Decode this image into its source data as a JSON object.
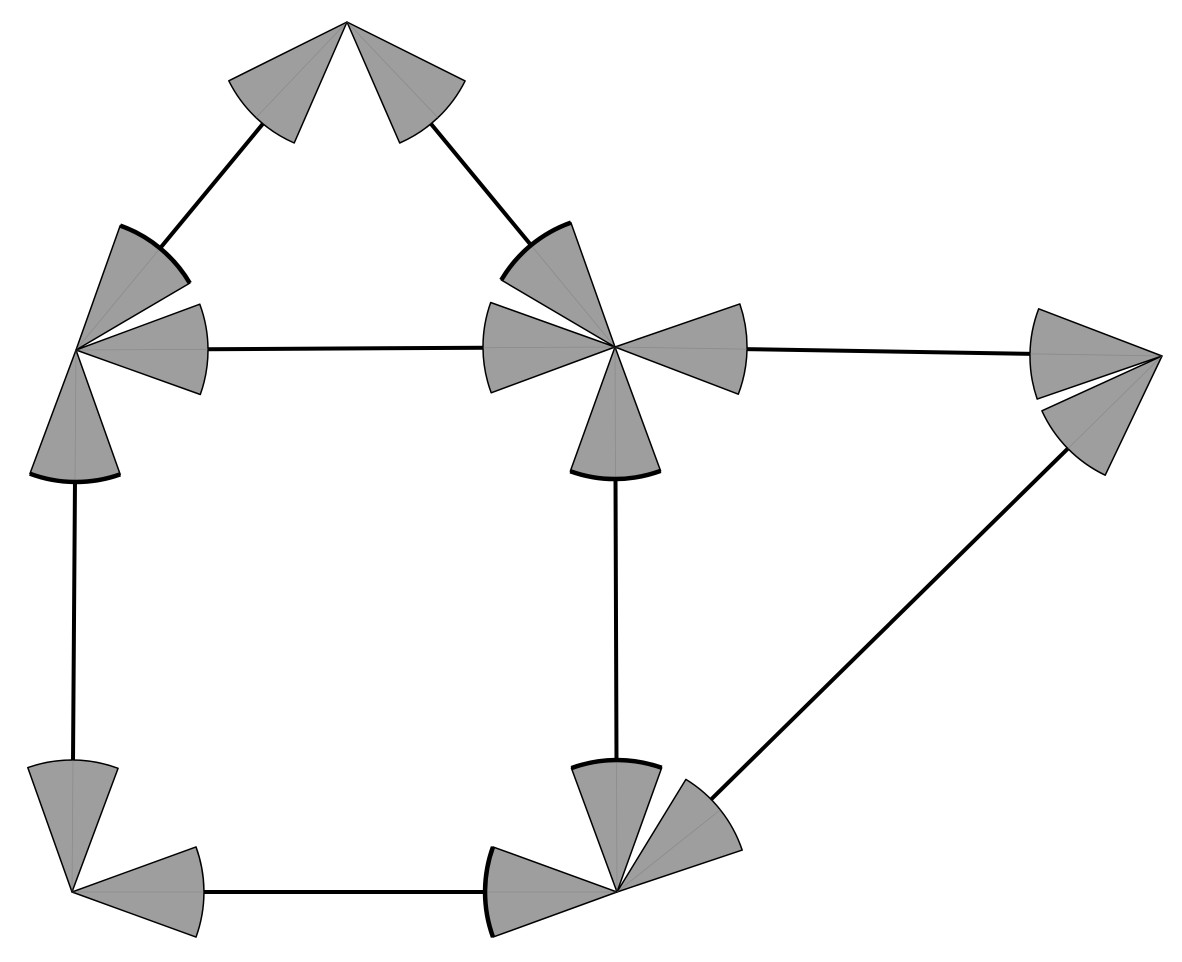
{
  "colors": {
    "background": "#ffffff",
    "edge": "#000000",
    "sector_fill": "#9e9e9e",
    "sector_outline": "#000000"
  },
  "nodes": [
    {
      "id": "top"
    },
    {
      "id": "left-upper"
    },
    {
      "id": "center"
    },
    {
      "id": "right"
    },
    {
      "id": "left-lower"
    },
    {
      "id": "center-lower"
    }
  ],
  "edges": [
    {
      "id": "top-to-left-upper",
      "from": "top",
      "to": "left-upper"
    },
    {
      "id": "top-to-center",
      "from": "top",
      "to": "center"
    },
    {
      "id": "left-upper-to-center",
      "from": "left-upper",
      "to": "center"
    },
    {
      "id": "center-to-right",
      "from": "center",
      "to": "right"
    },
    {
      "id": "left-upper-to-left-lower",
      "from": "left-upper",
      "to": "left-lower"
    },
    {
      "id": "center-to-center-lower",
      "from": "center",
      "to": "center-lower"
    },
    {
      "id": "left-lower-to-center-lower",
      "from": "left-lower",
      "to": "center-lower"
    },
    {
      "id": "right-to-center-lower",
      "from": "right",
      "to": "center-lower"
    }
  ]
}
